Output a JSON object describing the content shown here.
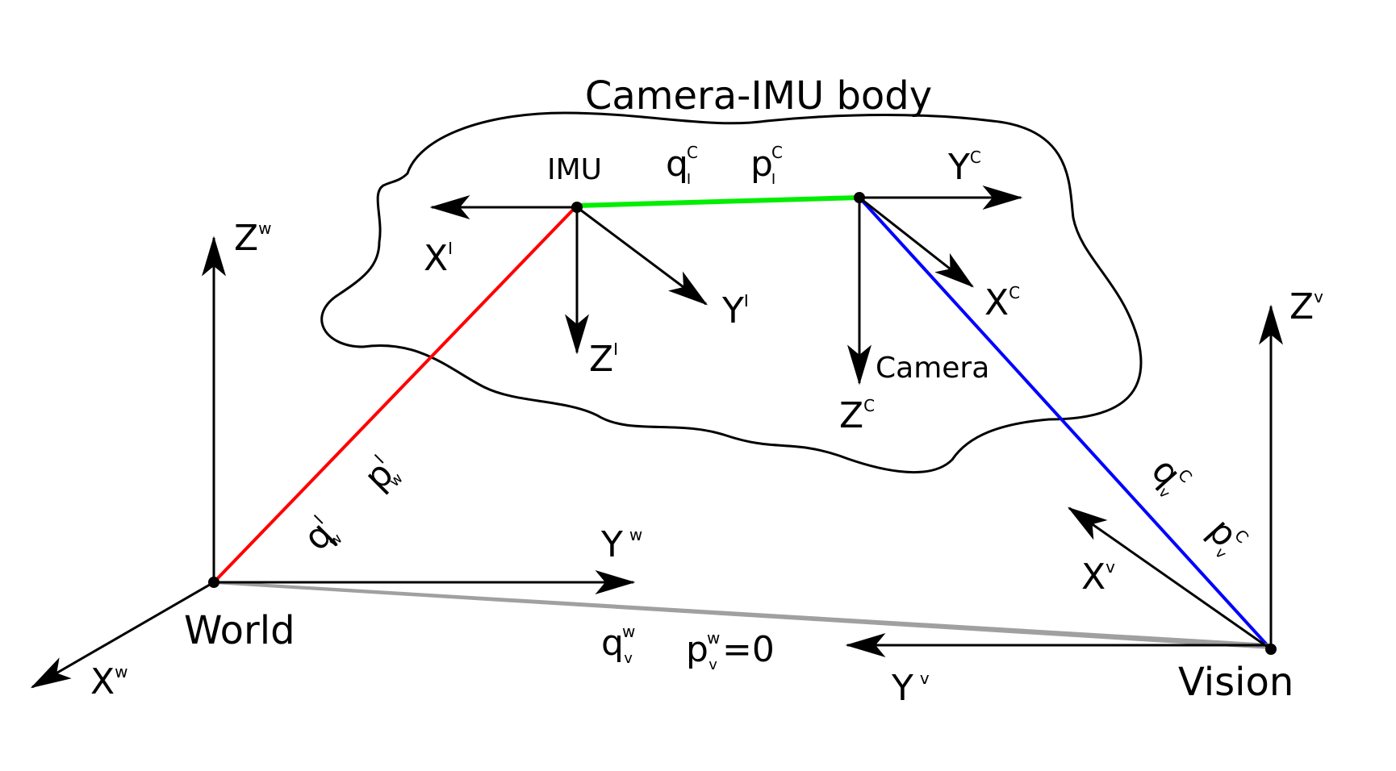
{
  "title": "Camera-IMU body",
  "frames": {
    "imu": "IMU",
    "camera": "Camera",
    "world": "World",
    "vision": "Vision"
  },
  "axes": {
    "imu": {
      "x": "X",
      "y": "Y",
      "z": "Z",
      "sup": "I"
    },
    "camera": {
      "x": "X",
      "y": "Y",
      "z": "Z",
      "sup": "C"
    },
    "world": {
      "x": "X",
      "y": "Y",
      "z": "Z",
      "sup": "w"
    },
    "vision": {
      "x": "X",
      "y": "Y",
      "z": "Z",
      "sup": "v"
    }
  },
  "transforms": {
    "imu_to_camera": {
      "q": "q",
      "q_sub": "I",
      "q_sup": "C",
      "p": "p",
      "p_sub": "I",
      "p_sup": "C"
    },
    "world_to_imu": {
      "q": "q",
      "q_sub": "w",
      "q_sup": "I",
      "p": "p",
      "p_sub": "w",
      "p_sup": "I"
    },
    "vision_to_camera": {
      "q": "q",
      "q_sub": "v",
      "q_sup": "C",
      "p": "p",
      "p_sub": "v",
      "p_sup": "C"
    },
    "vision_to_world": {
      "q": "q",
      "q_sub": "v",
      "q_sup": "w",
      "p": "p",
      "p_sub": "v",
      "p_sup": "w",
      "eq": "=0"
    }
  },
  "colors": {
    "imu_camera_link": "#00ee00",
    "world_imu_link": "#ff0000",
    "vision_camera_link": "#0000ff",
    "vision_world_link": "#a0a0a0",
    "ink": "#000000"
  }
}
